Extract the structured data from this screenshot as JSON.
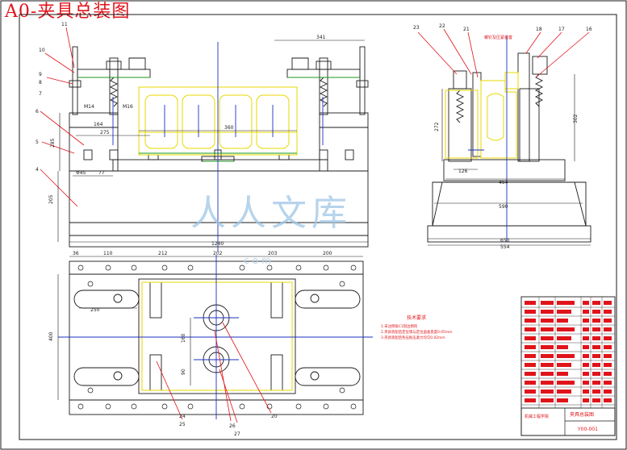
{
  "title": "A0-夹具总装图",
  "watermark": {
    "text": "人人文库",
    "site": "com"
  },
  "colors": {
    "line": "#1a1a1a",
    "red": "#e0141b",
    "blue": "#1c2fbf",
    "yellow": "#e8d800",
    "green": "#1a9a1a",
    "watermark": "#9fc6e6"
  },
  "dimensions": {
    "front_top": "341",
    "front_mid": "360",
    "front_bottom": "1240",
    "front_left_1": "164",
    "front_left_2": "275",
    "front_left_3": "M14",
    "front_left_4": "M16",
    "front_left_5": "Φ45",
    "front_left_6": "77",
    "front_v1": "285",
    "front_v2": "205",
    "side_h1": "126",
    "side_h2": "454",
    "side_h3": "590",
    "side_h4": "650",
    "side_h5": "554",
    "side_v_left": "272",
    "side_v_right": "302",
    "plan_top": [
      "36",
      "110",
      "212",
      "202",
      "203",
      "200"
    ],
    "plan_left": "400",
    "plan_mid1": "160",
    "plan_mid2": "90",
    "plan_slot": "250"
  },
  "balloons_front": [
    "11",
    "10",
    "9",
    "8",
    "7",
    "6",
    "5",
    "4"
  ],
  "balloons_side": [
    "23",
    "22",
    "21",
    "18",
    "17",
    "16"
  ],
  "balloons_plan": [
    "24",
    "25",
    "26",
    "27",
    "20"
  ],
  "side_note": "螺钉及压紧装置",
  "tech_req": {
    "heading": "技术要求",
    "items": [
      "1.未注倒角C1锐边倒钝",
      "2.夹具装配后定位销与定位面垂直度0.05mm",
      "3.夹具装配后各压板压紧力均匀0.02mm"
    ]
  },
  "title_block": {
    "drawing_name": "夹具总装图",
    "drawing_no": "Y00-001",
    "school": "机械工程学院",
    "rows": 12
  }
}
